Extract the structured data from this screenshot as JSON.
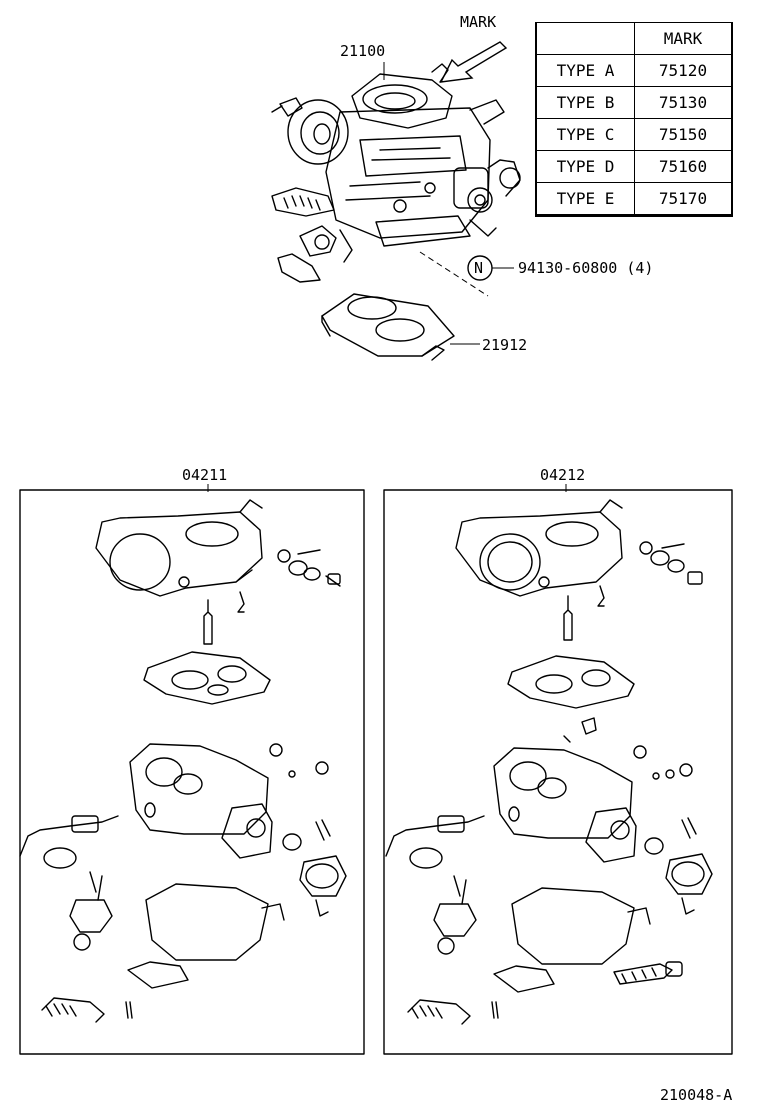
{
  "labels": {
    "mark_label": "MARK",
    "carburetor_part": "21100",
    "nut_symbol": "N",
    "nut_part": "94130-60800 (4)",
    "gasket_part": "21912",
    "kit_left": "04211",
    "kit_right": "04212",
    "figure_code": "210048-A"
  },
  "mark_table": {
    "header": [
      "",
      "MARK"
    ],
    "rows": [
      {
        "type": "TYPE  A",
        "mark": "75120"
      },
      {
        "type": "TYPE  B",
        "mark": "75130"
      },
      {
        "type": "TYPE  C",
        "mark": "75150"
      },
      {
        "type": "TYPE  D",
        "mark": "75160"
      },
      {
        "type": "TYPE  E",
        "mark": "75170"
      }
    ]
  }
}
